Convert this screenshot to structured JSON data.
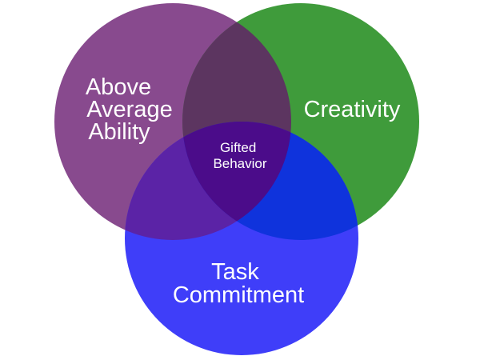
{
  "diagram": {
    "type": "venn",
    "sets": [
      {
        "id": "ability",
        "lines": [
          "Above",
          "Average",
          "Ability"
        ],
        "color": "#884a8e"
      },
      {
        "id": "creativity",
        "lines": [
          "Creativity"
        ],
        "color": "#3f9b3b"
      },
      {
        "id": "task",
        "lines": [
          "Task",
          "Commitment"
        ],
        "color": "#3f3ef9"
      }
    ],
    "intersections": {
      "ability_creativity": "#5c3560",
      "ability_task": "#5b23a6",
      "creativity_task": "#0f33dc",
      "all": "#4b0c8a"
    },
    "center": {
      "lines": [
        "Gifted",
        "Behavior"
      ]
    }
  }
}
